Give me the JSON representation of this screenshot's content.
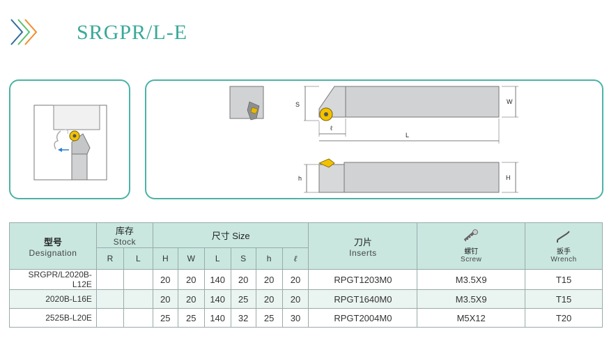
{
  "title": "SRGPR/L-E",
  "accent_color": "#3aa999",
  "dimension_labels": {
    "S": "S",
    "W": "W",
    "l": "ℓ",
    "L": "L",
    "h": "h",
    "H": "H"
  },
  "table": {
    "designation_zh": "型号",
    "designation_en": "Designation",
    "stock_zh": "库存",
    "stock_en": "Stock",
    "stock_r": "R",
    "stock_l": "L",
    "size_label": "尺寸 Size",
    "size_cols": [
      "H",
      "W",
      "L",
      "S",
      "h",
      "ℓ"
    ],
    "inserts_zh": "刀片",
    "inserts_en": "Inserts",
    "screw_zh": "螺钉",
    "screw_en": "Screw",
    "wrench_zh": "扳手",
    "wrench_en": "Wrench",
    "rows": [
      {
        "designation": "SRGPR/L2020B-L12E",
        "R": "",
        "L": "",
        "H": "20",
        "W": "20",
        "Lv": "140",
        "S": "20",
        "h": "20",
        "l": "20",
        "insert": "RPGT1203M0",
        "screw": "M3.5X9",
        "wrench": "T15"
      },
      {
        "designation": "2020B-L16E",
        "R": "",
        "L": "",
        "H": "20",
        "W": "20",
        "Lv": "140",
        "S": "25",
        "h": "20",
        "l": "20",
        "insert": "RPGT1640M0",
        "screw": "M3.5X9",
        "wrench": "T15"
      },
      {
        "designation": "2525B-L20E",
        "R": "",
        "L": "",
        "H": "25",
        "W": "25",
        "Lv": "140",
        "S": "32",
        "h": "25",
        "l": "30",
        "insert": "RPGT2004M0",
        "screw": "M5X12",
        "wrench": "T20"
      }
    ]
  }
}
